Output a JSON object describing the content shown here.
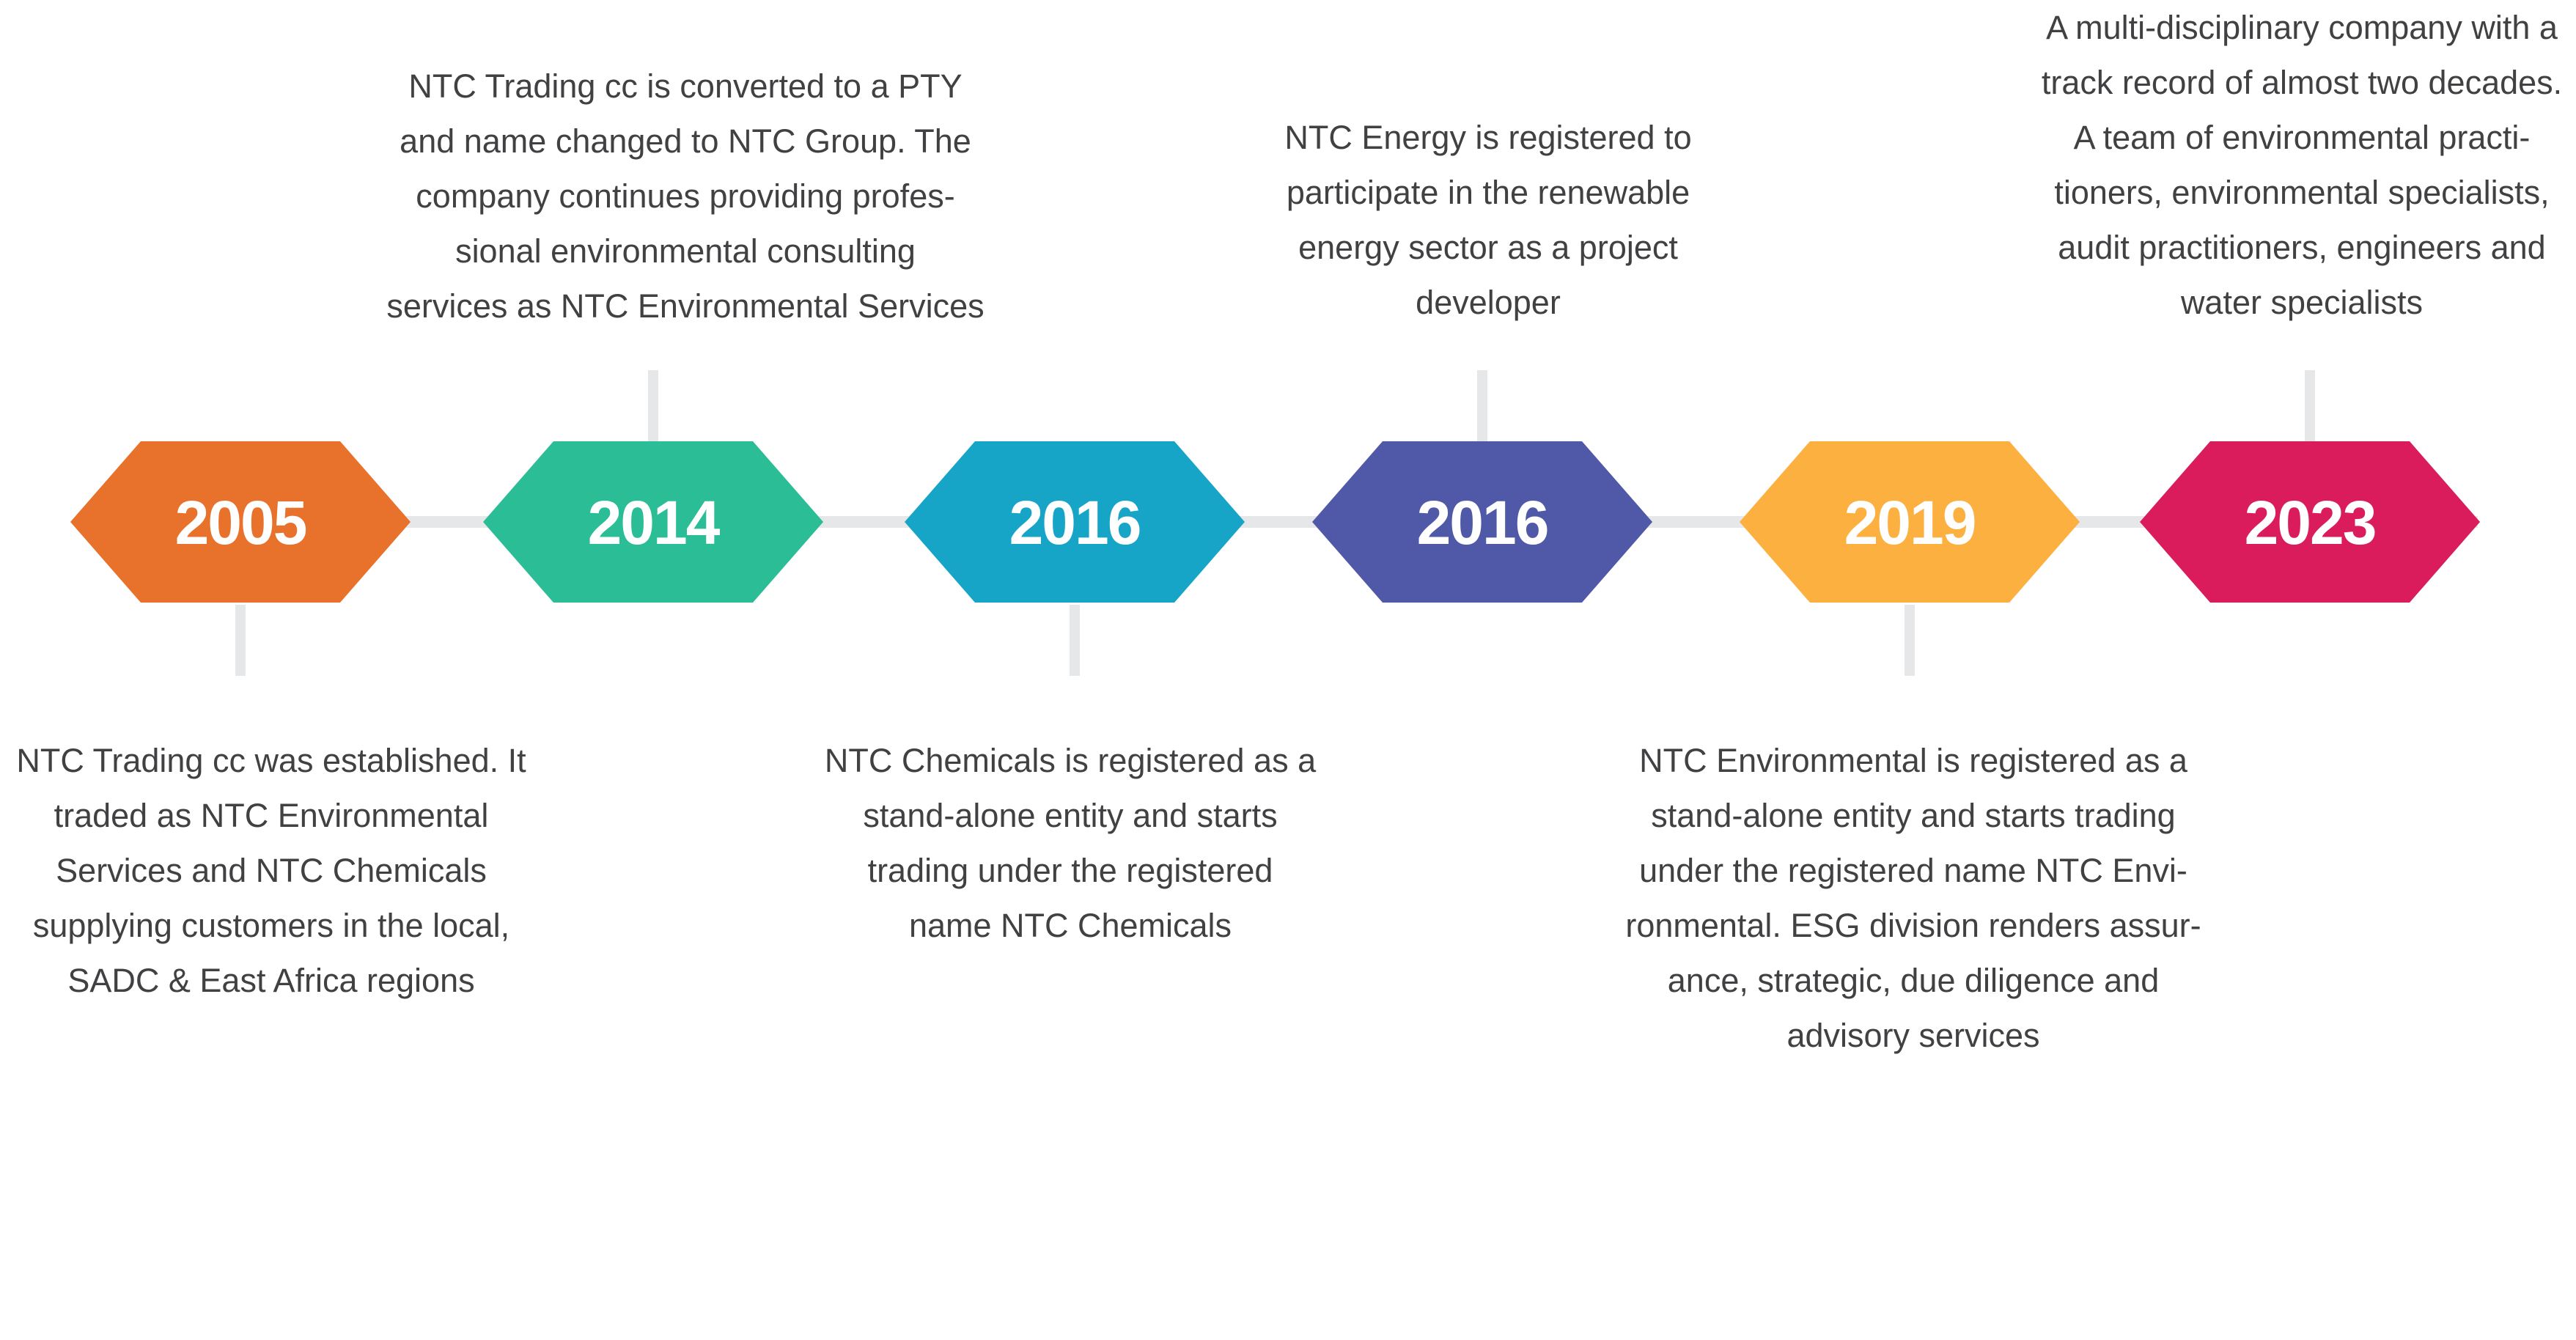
{
  "colors": {
    "line": "#e6e7e8",
    "text": "#414042",
    "milestone_2005": "#e8722b",
    "milestone_2014": "#2bbd95",
    "milestone_2016_chemicals": "#17a5c7",
    "milestone_2016_energy": "#4f59a8",
    "milestone_2019": "#fbb040",
    "milestone_2023": "#da1c5c"
  },
  "milestones": [
    {
      "year": "2005",
      "color": "#e8722b",
      "position": "below",
      "lines": [
        "NTC Trading cc was established. It",
        "traded as NTC Environmental",
        "Services and NTC Chemicals",
        "supplying customers in the local,",
        "SADC & East Africa regions"
      ]
    },
    {
      "year": "2014",
      "color": "#2bbd95",
      "position": "above",
      "lines": [
        "NTC Trading cc is converted to a PTY",
        "and name changed to NTC Group. The",
        "company continues providing profes-",
        "sional environmental consulting",
        "services as NTC Environmental Services"
      ]
    },
    {
      "year": "2016",
      "color": "#17a5c7",
      "position": "below",
      "lines": [
        "NTC Chemicals is registered as a",
        "stand-alone entity and starts",
        "trading under the registered",
        "name NTC Chemicals"
      ]
    },
    {
      "year": "2016",
      "color": "#4f59a8",
      "position": "above",
      "lines": [
        "NTC Energy is registered to",
        "participate in the renewable",
        "energy sector as a project",
        "developer"
      ]
    },
    {
      "year": "2019",
      "color": "#fbb040",
      "position": "below",
      "lines": [
        "NTC Environmental is registered as a",
        "stand-alone entity and starts trading",
        "under the registered name NTC Envi-",
        "ronmental. ESG division renders assur-",
        "ance, strategic, due diligence and",
        "advisory services"
      ]
    },
    {
      "year": "2023",
      "color": "#da1c5c",
      "position": "above",
      "lines": [
        "A multi-disciplinary company with a",
        "track record of almost two decades.",
        "A team of environmental practi-",
        "tioners, environmental specialists,",
        "audit practitioners, engineers and",
        "water specialists"
      ]
    }
  ]
}
